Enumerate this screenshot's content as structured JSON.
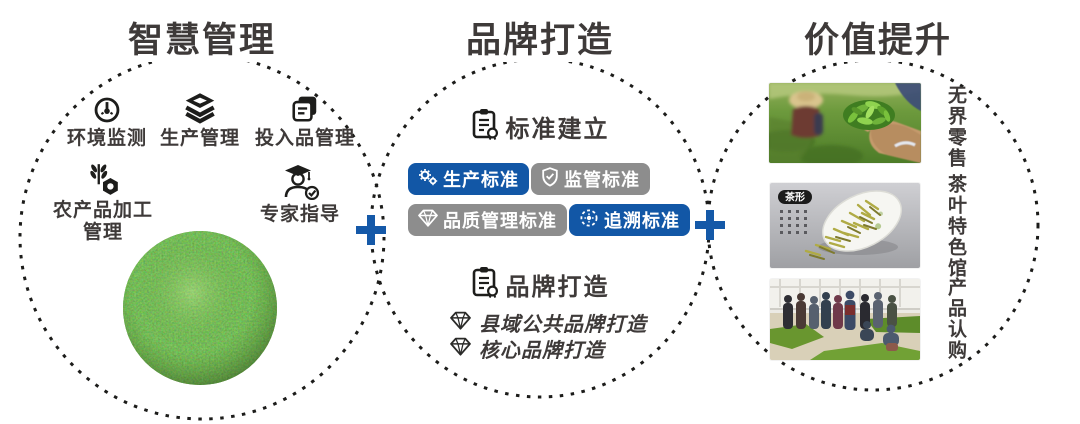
{
  "colors": {
    "accent_blue": "#1257a6",
    "tag_gray": "#8d8d8d",
    "text_dark": "#3e3a39",
    "dash_black": "#1c1c1a"
  },
  "icons": {
    "gauge-icon": "environment monitoring dial",
    "layers-icon": "stacked production layers",
    "inputs-box-icon": "input goods ledger box",
    "wheat-gear-icon": "wheat stalk with machine gear",
    "expert-icon": "graduate person with check badge",
    "clipboard-certificate-icon": "clipboard with medal",
    "gears-icon": "double gears",
    "shield-check-icon": "shield with check",
    "diamond-icon": "gem diamond",
    "trace-target-icon": "dashed tracing target",
    "plus-icon": "blue plus connector"
  },
  "circle1": {
    "title": "智慧管理",
    "items": [
      {
        "label": "环境监测"
      },
      {
        "label": "生产管理"
      },
      {
        "label": "投入品管理"
      },
      {
        "line1": "农产品加工",
        "line2": "管理"
      },
      {
        "label": "专家指导"
      }
    ]
  },
  "circle2": {
    "title": "品牌打造",
    "standards_heading": "标准建立",
    "tags": [
      {
        "label": "生产标准",
        "style": "blue"
      },
      {
        "label": "监管标准",
        "style": "gray"
      },
      {
        "label": "品质管理标准",
        "style": "gray"
      },
      {
        "label": "追溯标准",
        "style": "blue"
      }
    ],
    "branding_heading": "品牌打造",
    "bullets": [
      {
        "label": "县域公共品牌打造"
      },
      {
        "label": "核心品牌打造"
      }
    ]
  },
  "circle3": {
    "title": "价值提升",
    "captions": [
      "无界零售",
      "茶叶特色馆",
      "产品认购"
    ],
    "photo2_label": "茶形"
  }
}
